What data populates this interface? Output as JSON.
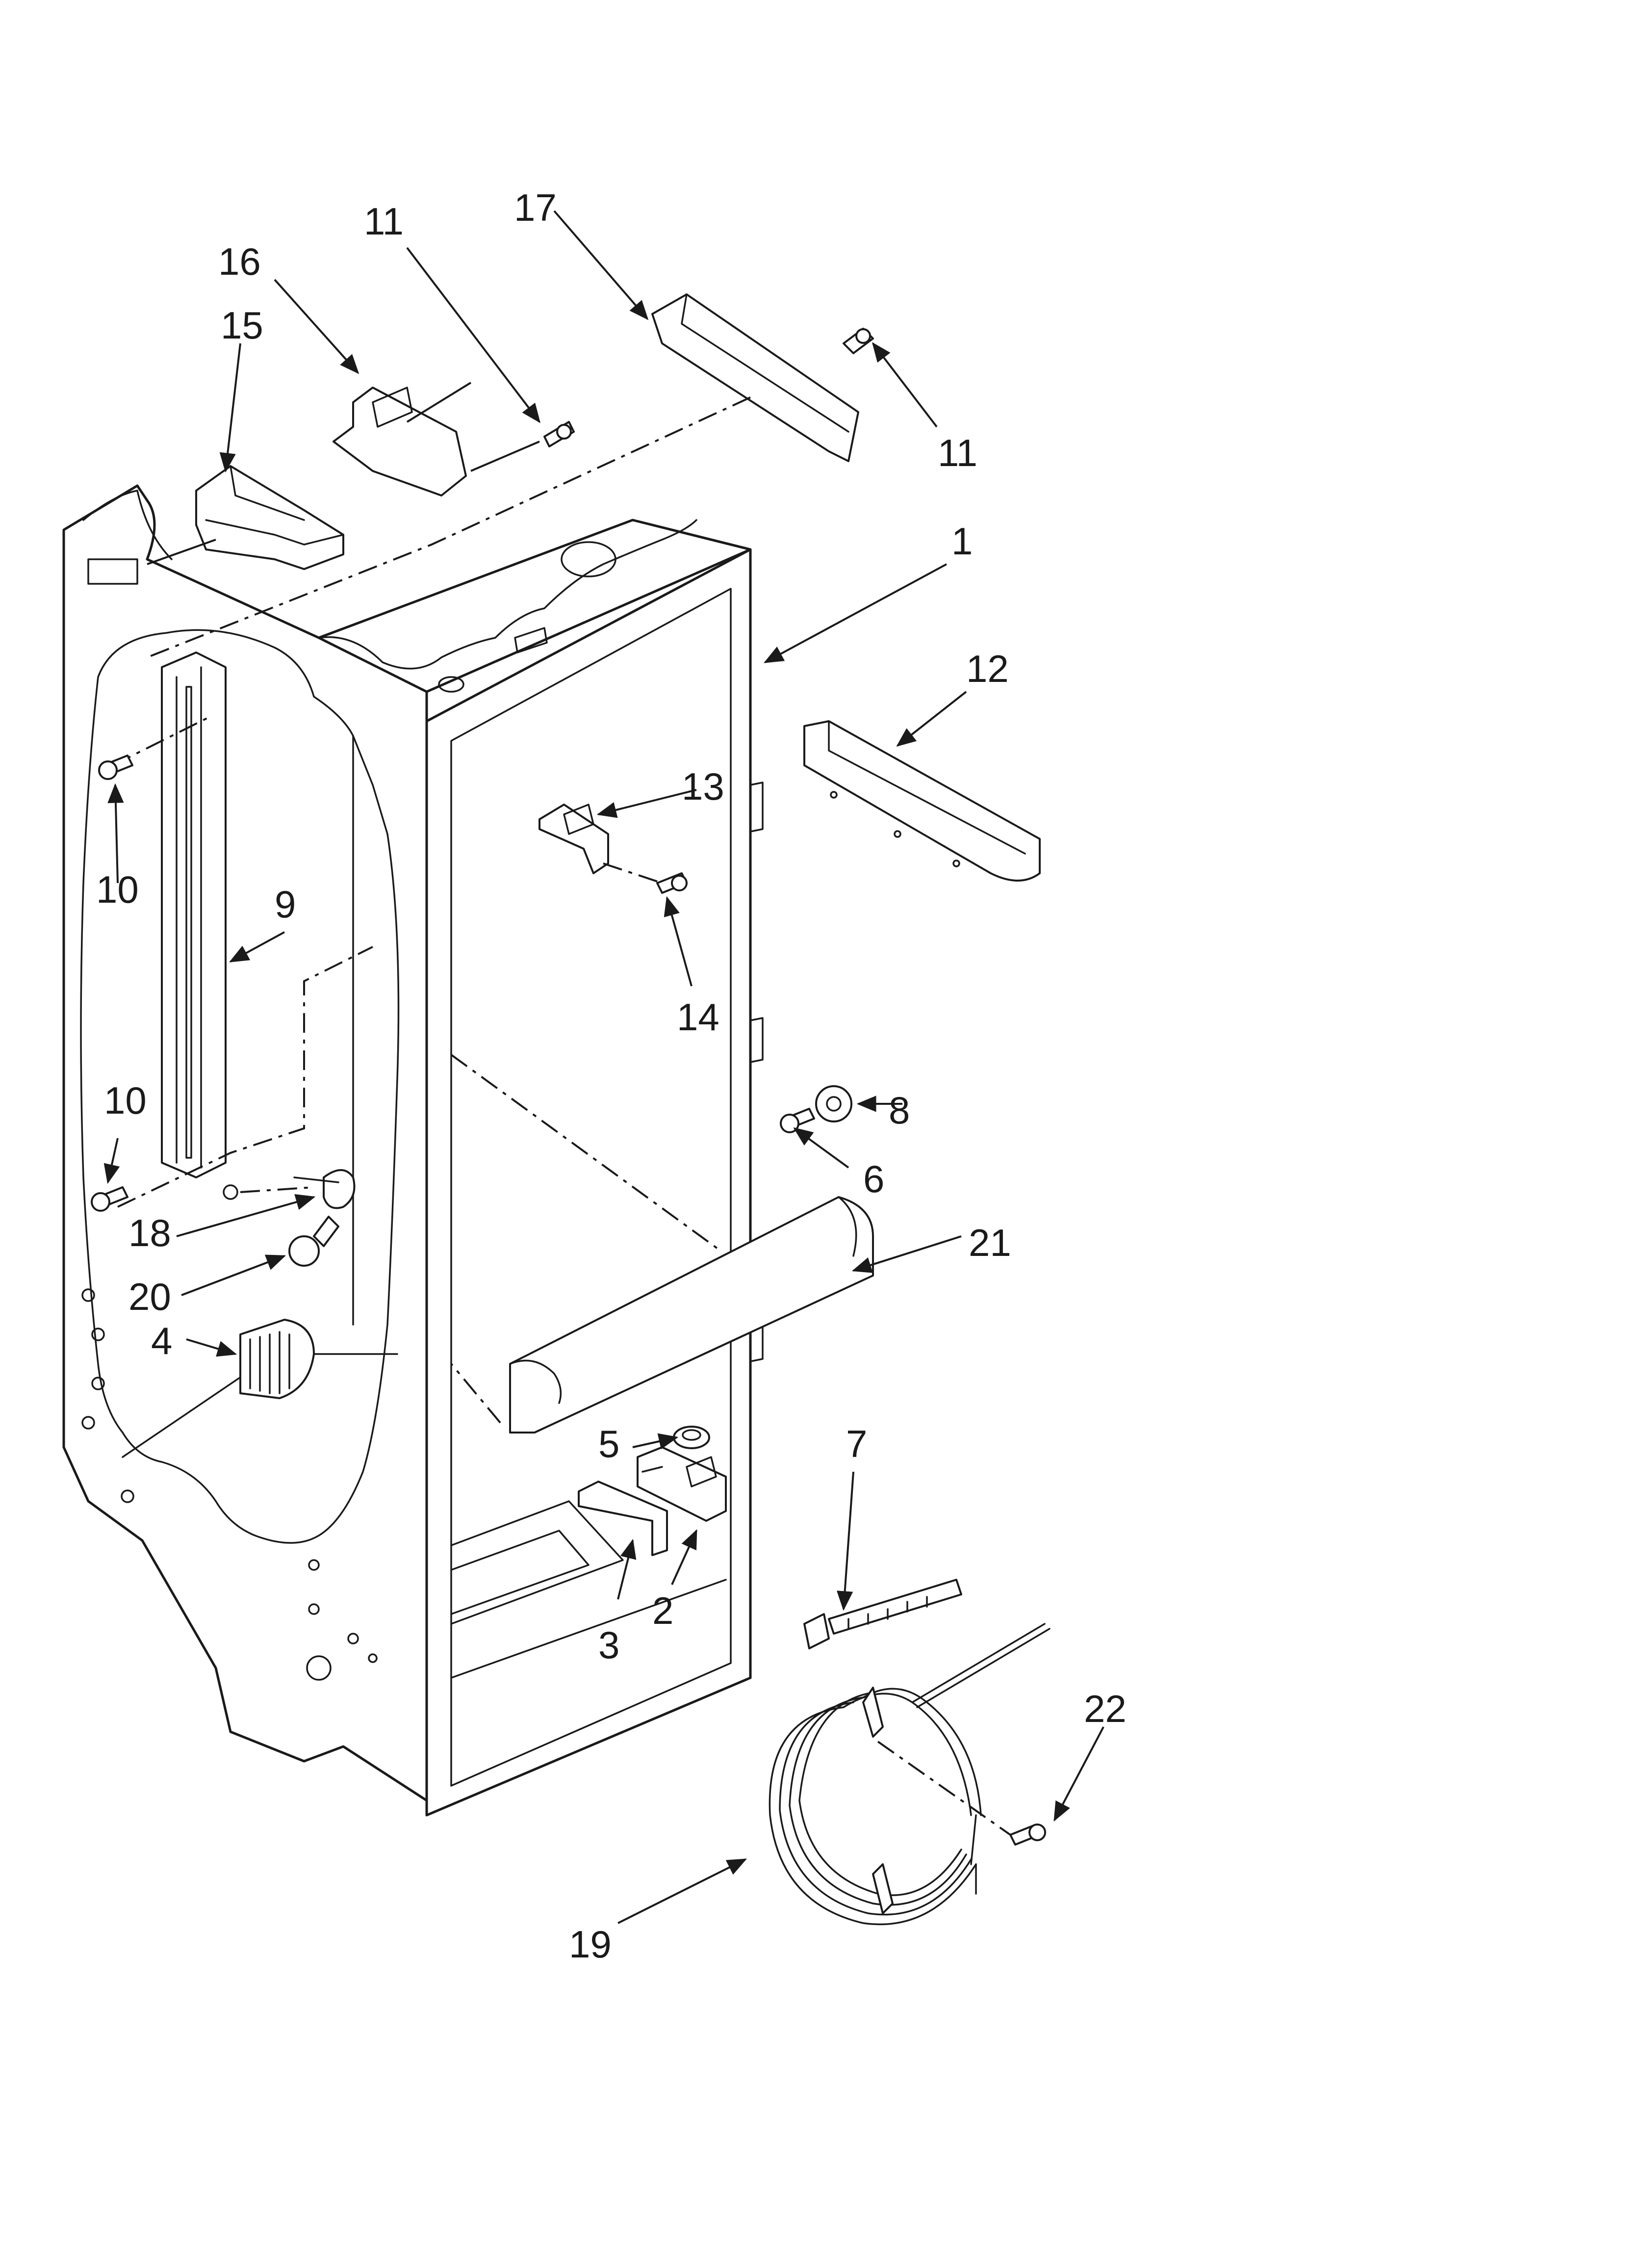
{
  "callouts": {
    "c1": "1",
    "c2": "2",
    "c3": "3",
    "c4": "4",
    "c5": "5",
    "c6": "6",
    "c7": "7",
    "c8": "8",
    "c9": "9",
    "c10_top": "10",
    "c10_bottom": "10",
    "c11_left": "11",
    "c11_right": "11",
    "c12": "12",
    "c13": "13",
    "c14": "14",
    "c15": "15",
    "c16": "16",
    "c17": "17",
    "c18": "18",
    "c19": "19",
    "c20": "20",
    "c21": "21",
    "c22": "22"
  }
}
